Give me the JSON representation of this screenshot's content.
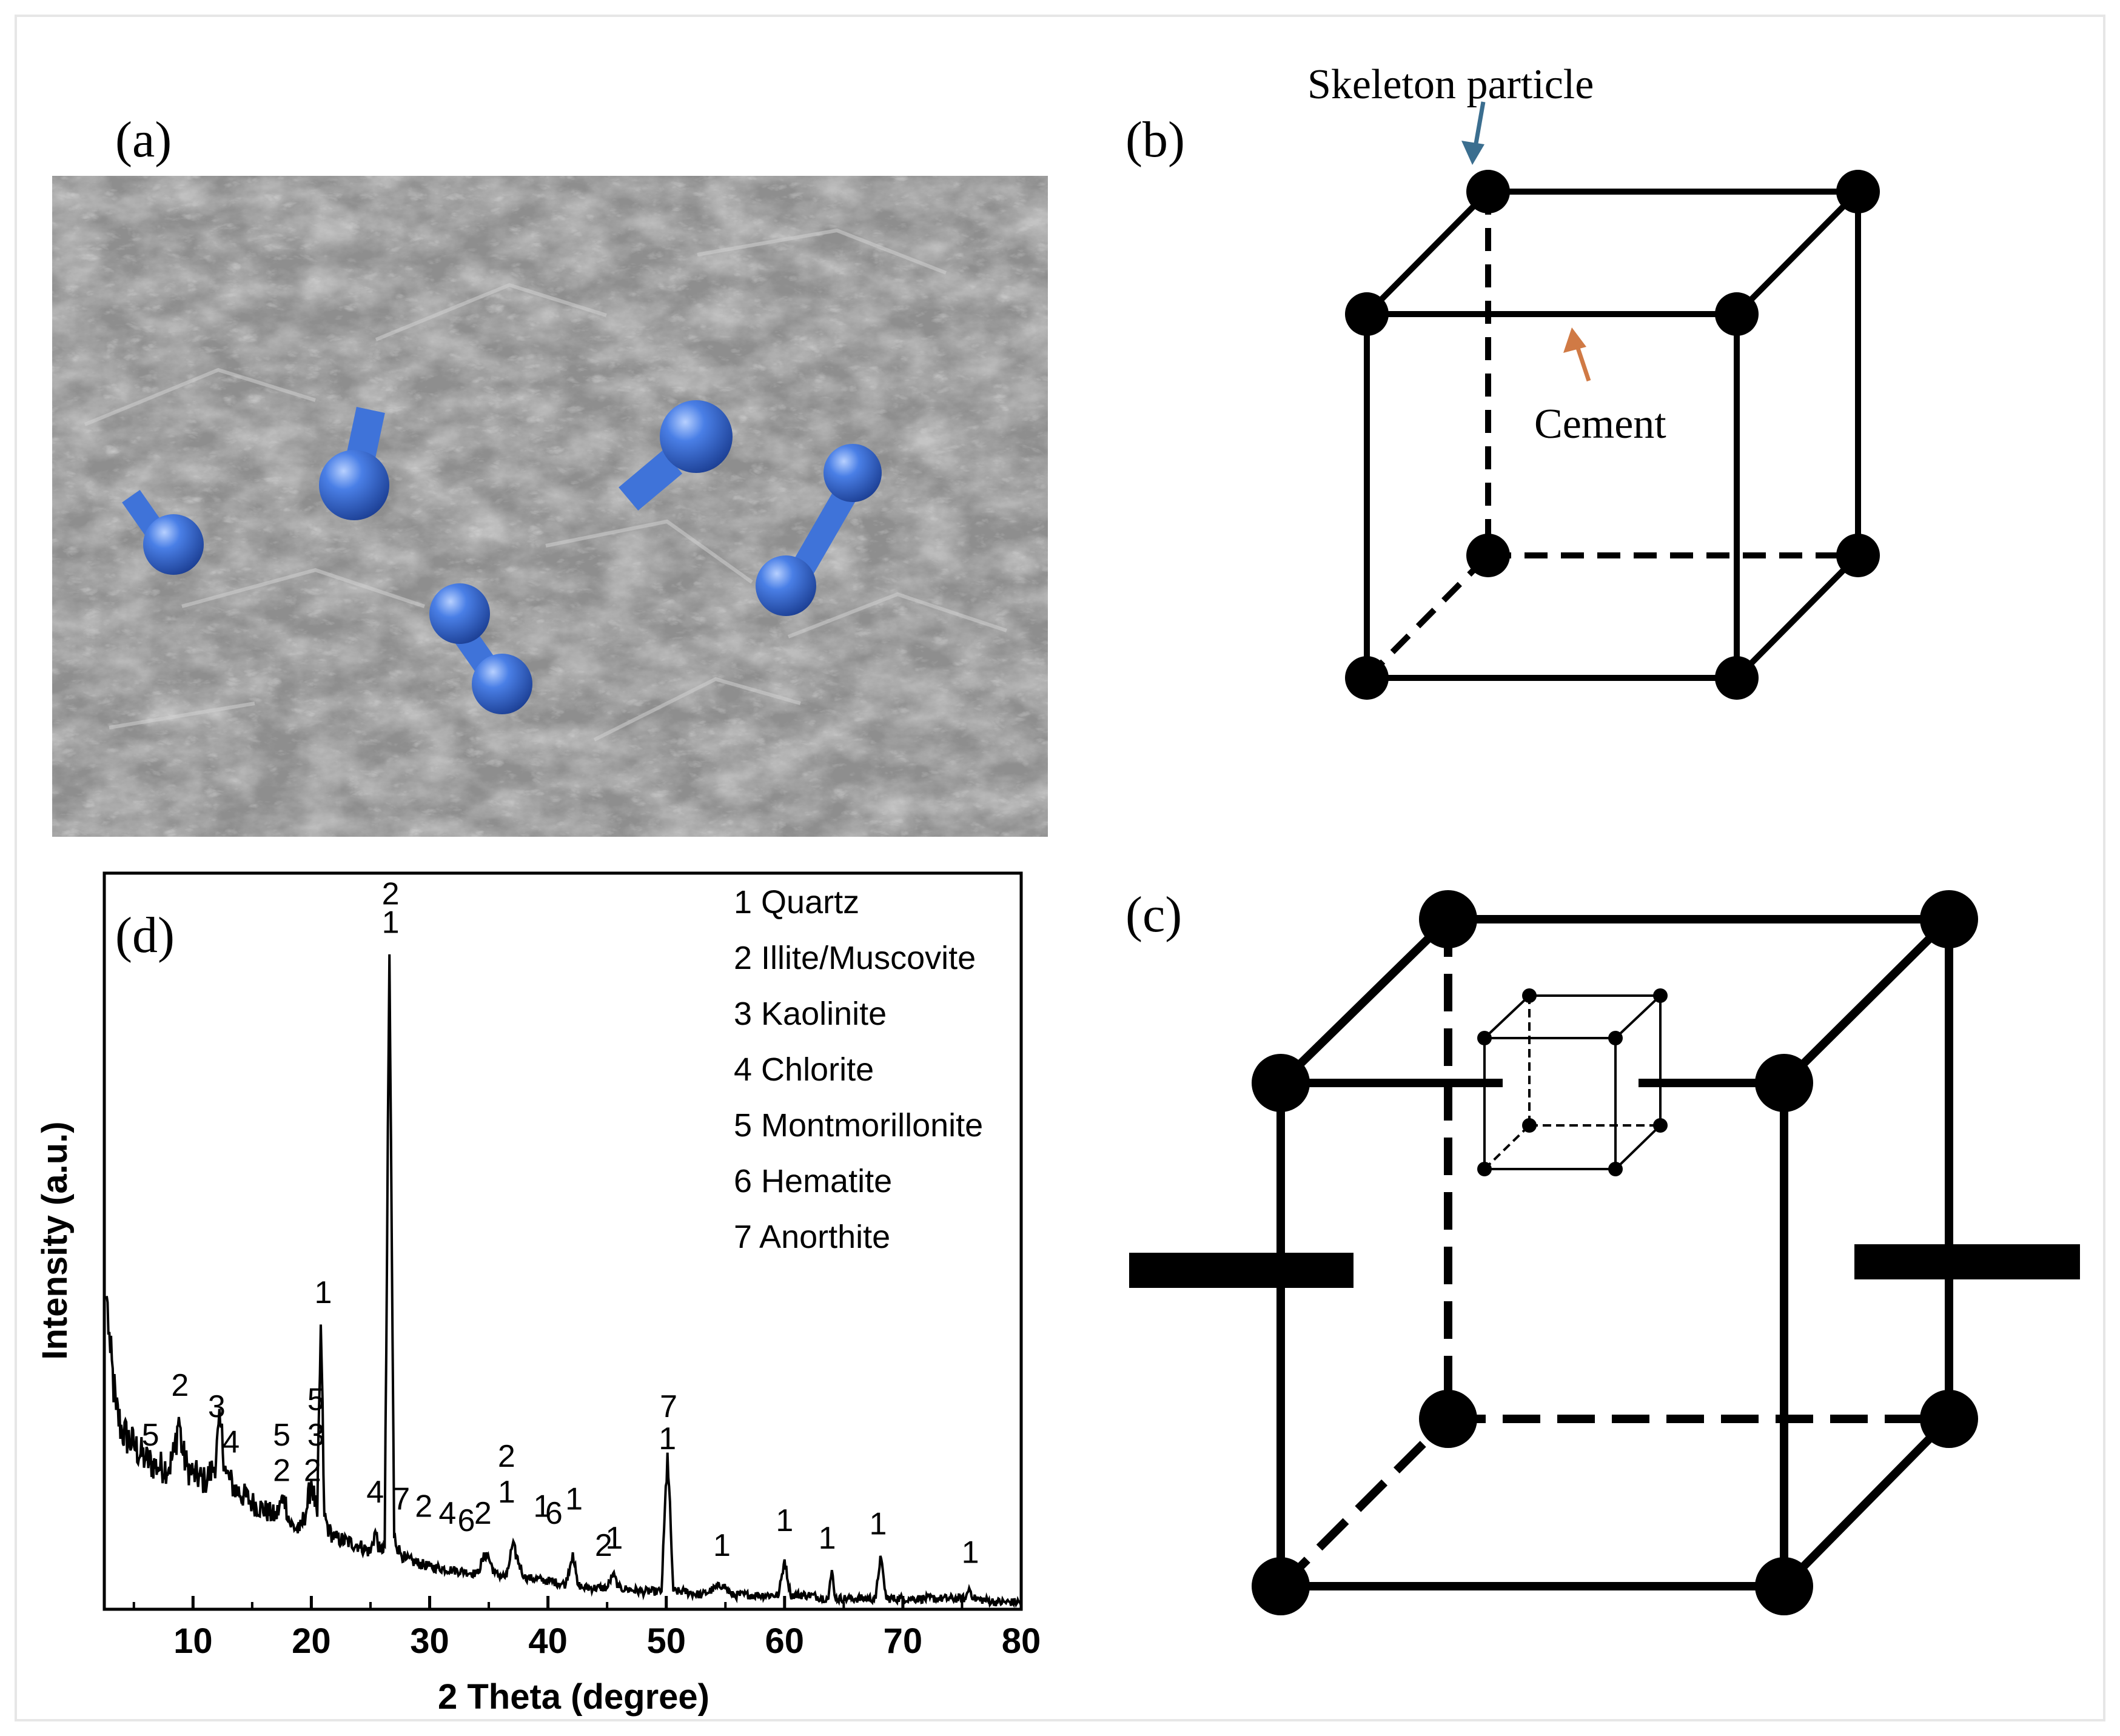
{
  "panels": {
    "a": {
      "label": "(a)"
    },
    "b": {
      "label": "(b)",
      "skeleton_label": "Skeleton particle",
      "cement_label": "Cement",
      "skeleton_arrow_color": "#3b6e8f",
      "cement_arrow_color": "#d07a45"
    },
    "c": {
      "label": "(c)"
    },
    "d": {
      "label": "(d)"
    }
  },
  "colors": {
    "sem_background": "#8e8e8e",
    "sphere_blue": "#2f63c9",
    "bar_blue": "#3f73d9",
    "ink": "#000000"
  },
  "chart_data": {
    "type": "line",
    "xlabel": "2 Theta (degree)",
    "ylabel": "Intensity (a.u.)",
    "xlim": [
      2.5,
      80
    ],
    "ylim": [
      0,
      100
    ],
    "x_ticks": [
      10,
      20,
      30,
      40,
      50,
      60,
      70,
      80
    ],
    "x_tick_labels": [
      "10",
      "20",
      "30",
      "40",
      "50",
      "60",
      "70",
      "80"
    ],
    "grid": false,
    "legend": [
      "1 Quartz",
      "2 Illite/Muscovite",
      "3 Kaolinite",
      "4 Chlorite",
      "5 Montmorillonite",
      "6 Hematite",
      "7 Anorthite"
    ],
    "legend_position": "top-right",
    "series": [
      {
        "x": [
          2.7,
          3.0,
          3.5,
          4.0,
          5.0,
          6.0,
          7.0,
          8.0,
          8.4,
          8.8,
          9.1,
          9.5,
          10.0,
          11.0,
          11.8,
          12.3,
          12.8,
          13.5,
          15.0,
          17.0,
          17.7,
          18.2,
          19.0,
          19.6,
          20.0,
          20.5,
          20.8,
          21.1,
          21.5,
          22.0,
          24.0,
          25.0,
          25.4,
          25.8,
          26.2,
          26.6,
          27.0,
          27.5,
          28.0,
          30.0,
          32.0,
          34.0,
          34.8,
          35.5,
          36.5,
          37.0,
          38.0,
          40.0,
          41.5,
          42.1,
          42.5,
          43.0,
          45.0,
          45.5,
          46.0,
          48.0,
          49.6,
          50.1,
          50.6,
          51.5,
          53.0,
          54.8,
          55.5,
          57.0,
          59.5,
          60.0,
          60.5,
          62.0,
          63.7,
          64.0,
          64.3,
          66.0,
          67.7,
          68.1,
          68.6,
          70.0,
          73.0,
          75.3,
          75.6,
          76.0,
          78.0,
          80.0
        ],
        "y": [
          44,
          36,
          28,
          25,
          23,
          21,
          20,
          20,
          22,
          27,
          22,
          20,
          19,
          18,
          20,
          26,
          19,
          17,
          15,
          13,
          16,
          12,
          11,
          14,
          18,
          13,
          40,
          13,
          11,
          10,
          9,
          8,
          11,
          8,
          9,
          92,
          10,
          8,
          7,
          6,
          5.5,
          5,
          8,
          5,
          4.5,
          9,
          4.5,
          4,
          3.5,
          8,
          3.5,
          3,
          3,
          5,
          3,
          2.5,
          2.5,
          22,
          2.5,
          2.5,
          2,
          3.5,
          2,
          2,
          2,
          7,
          2,
          2,
          1.5,
          5.5,
          1.5,
          1.5,
          1.5,
          7.5,
          1.5,
          1.5,
          1.5,
          1.5,
          3,
          1.5,
          1,
          1
        ]
      }
    ],
    "annotations": [
      {
        "text": "5",
        "x": 6.4,
        "y": 23
      },
      {
        "text": "2",
        "x": 8.9,
        "y": 30
      },
      {
        "text": "3",
        "x": 12.0,
        "y": 27
      },
      {
        "text": "4",
        "x": 13.2,
        "y": 22
      },
      {
        "text": "5",
        "x": 17.5,
        "y": 23
      },
      {
        "text": "2",
        "x": 17.5,
        "y": 18
      },
      {
        "text": "5",
        "x": 20.4,
        "y": 28
      },
      {
        "text": "3",
        "x": 20.4,
        "y": 23
      },
      {
        "text": "2",
        "x": 20.1,
        "y": 18
      },
      {
        "text": "1",
        "x": 21.0,
        "y": 43
      },
      {
        "text": "2",
        "x": 26.7,
        "y": 99
      },
      {
        "text": "1",
        "x": 26.7,
        "y": 95
      },
      {
        "text": "4",
        "x": 25.4,
        "y": 15
      },
      {
        "text": "7",
        "x": 27.6,
        "y": 14
      },
      {
        "text": "2",
        "x": 29.5,
        "y": 13
      },
      {
        "text": "4",
        "x": 31.5,
        "y": 12
      },
      {
        "text": "6",
        "x": 33.1,
        "y": 11
      },
      {
        "text": "2",
        "x": 34.5,
        "y": 12
      },
      {
        "text": "2",
        "x": 36.5,
        "y": 20
      },
      {
        "text": "1",
        "x": 36.5,
        "y": 15
      },
      {
        "text": "1",
        "x": 39.5,
        "y": 13
      },
      {
        "text": "6",
        "x": 40.5,
        "y": 12
      },
      {
        "text": "1",
        "x": 42.2,
        "y": 14
      },
      {
        "text": "2",
        "x": 44.7,
        "y": 7.5
      },
      {
        "text": "1",
        "x": 45.6,
        "y": 8.5
      },
      {
        "text": "7",
        "x": 50.2,
        "y": 27
      },
      {
        "text": "1",
        "x": 50.1,
        "y": 22.5
      },
      {
        "text": "1",
        "x": 54.7,
        "y": 7.5
      },
      {
        "text": "1",
        "x": 60.0,
        "y": 11
      },
      {
        "text": "1",
        "x": 63.6,
        "y": 8.5
      },
      {
        "text": "1",
        "x": 67.9,
        "y": 10.5
      },
      {
        "text": "1",
        "x": 75.7,
        "y": 6.5
      }
    ]
  }
}
